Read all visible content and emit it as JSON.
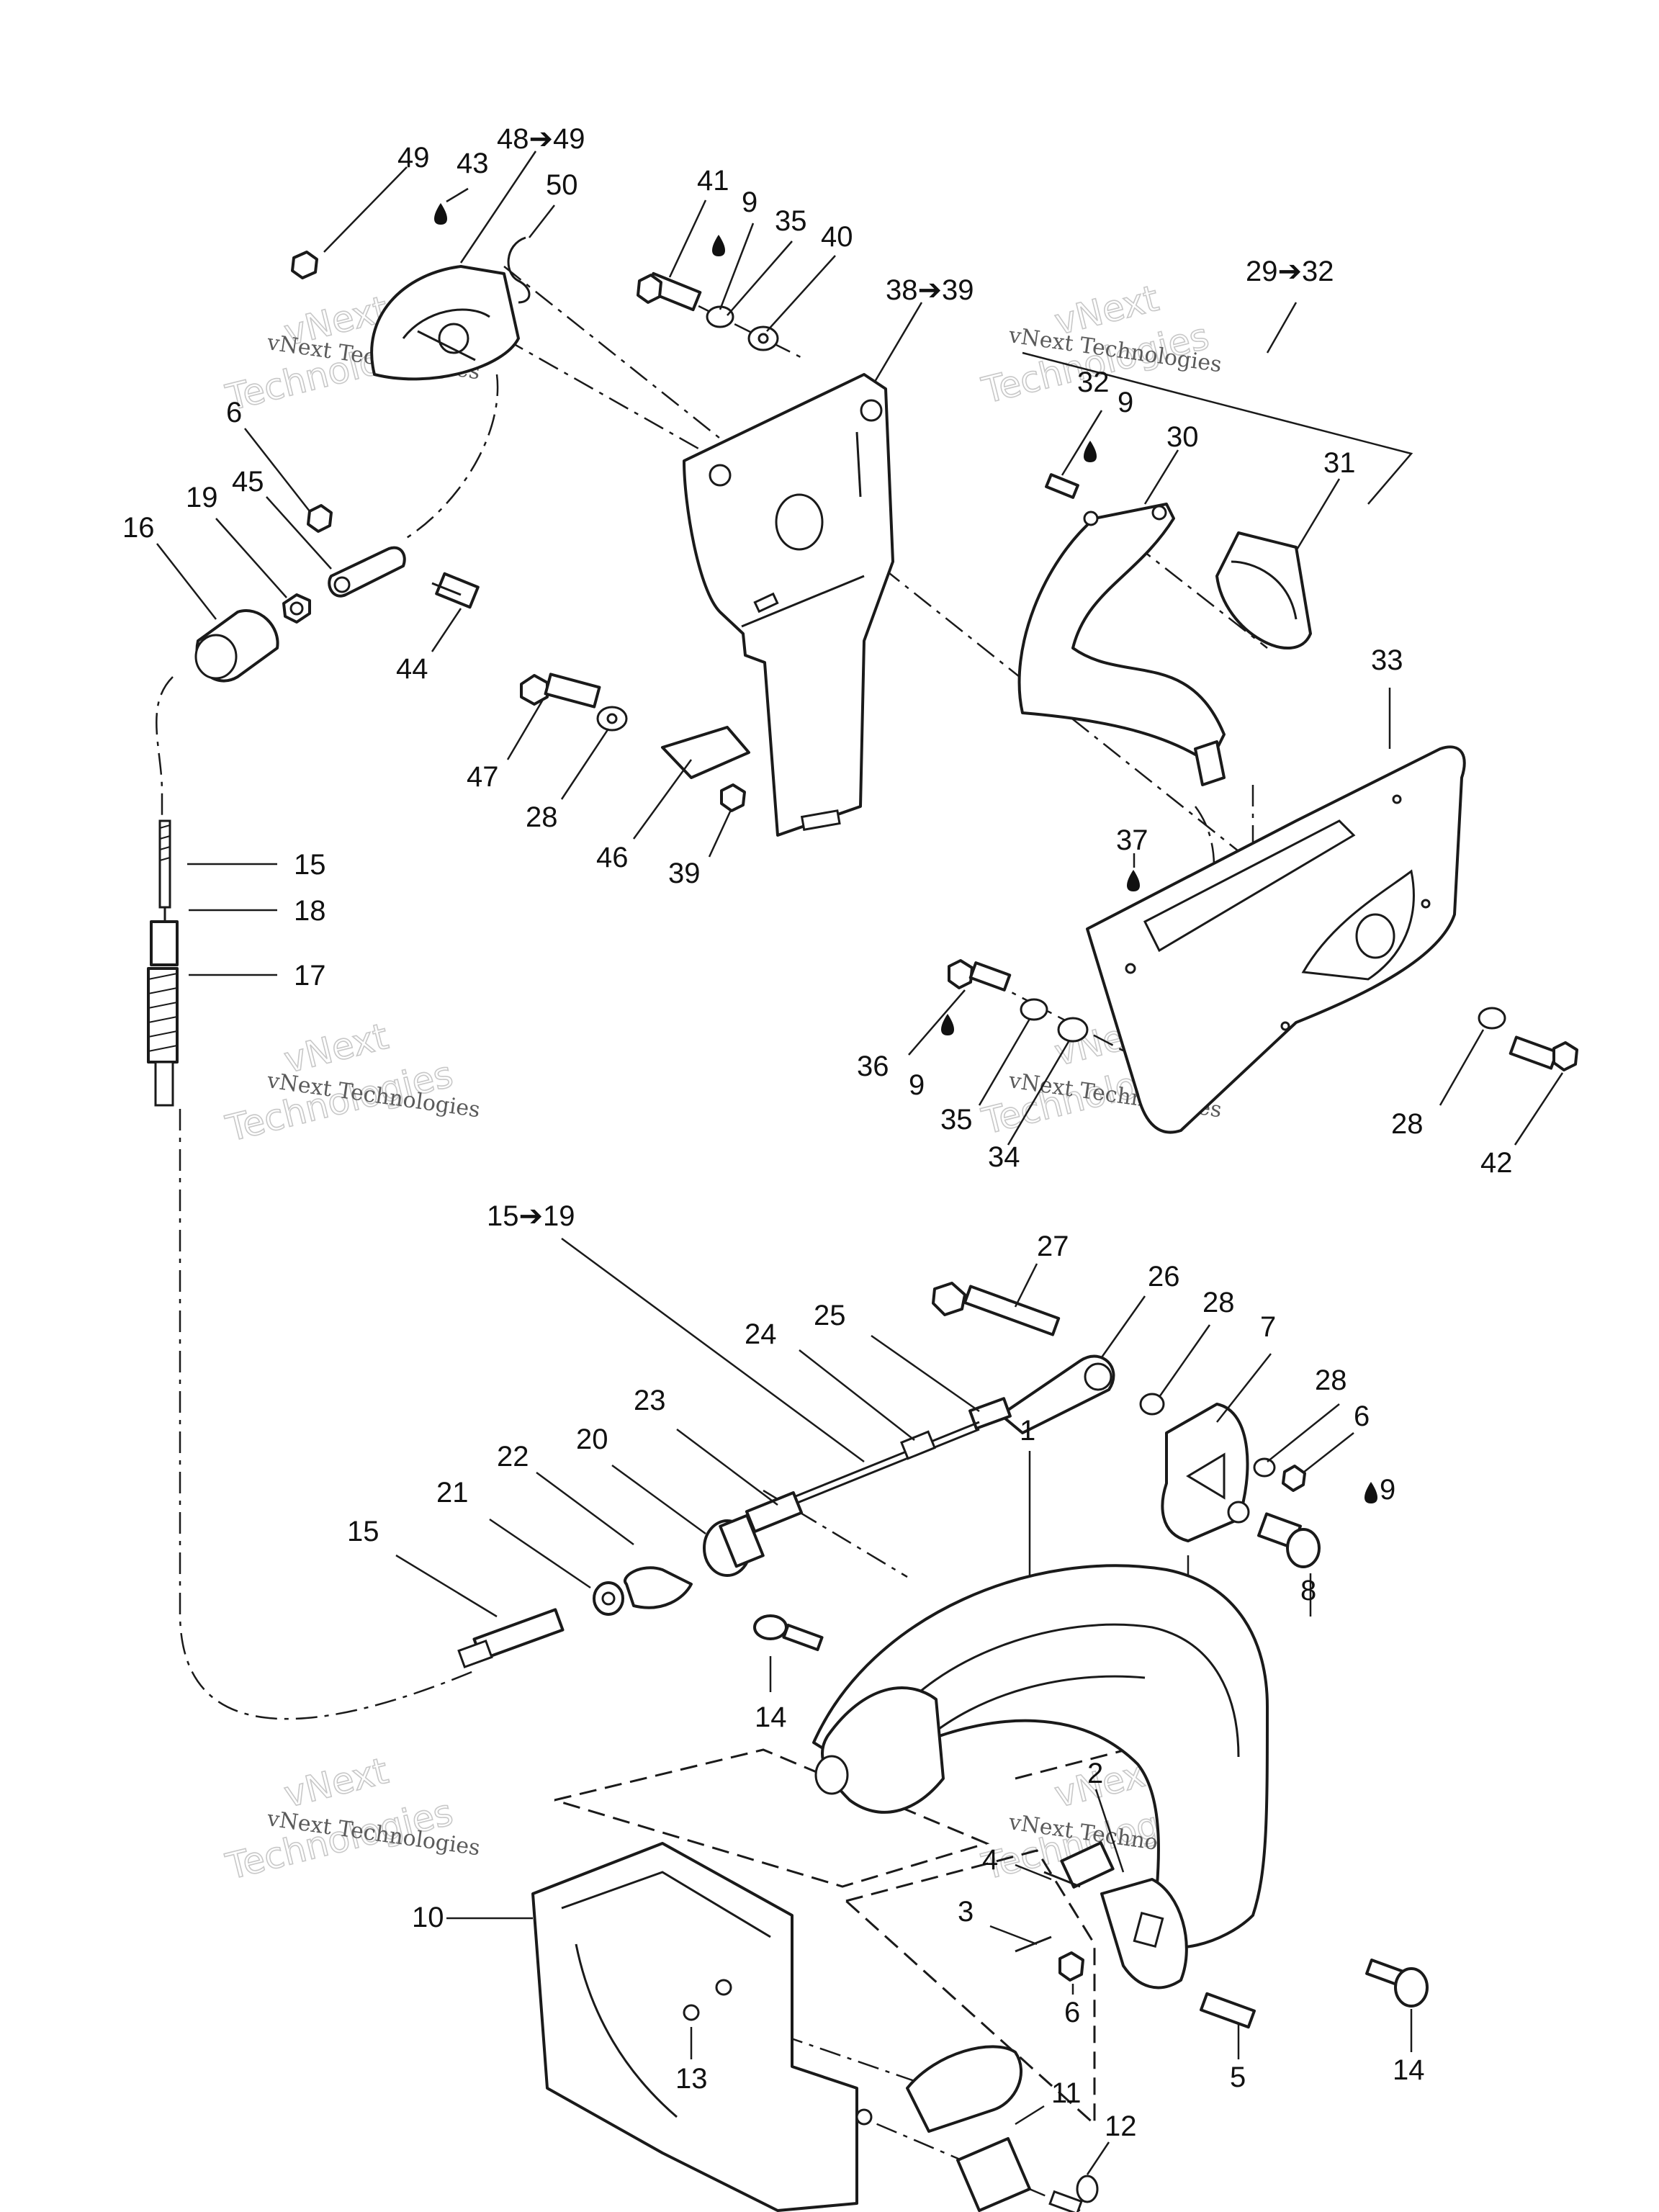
{
  "watermark": {
    "line1": "vNext",
    "line2": "Technologies",
    "small": "vNext Technologies"
  },
  "callouts": {
    "c1": "1",
    "c2": "2",
    "c3": "3",
    "c4": "4",
    "c5": "5",
    "c6a": "6",
    "c6b": "6",
    "c6c": "6",
    "c7": "7",
    "c8": "8",
    "c9a": "9",
    "c9b": "9",
    "c9c": "9",
    "c9d": "9",
    "c10": "10",
    "c11": "11",
    "c12": "12",
    "c13": "13",
    "c14a": "14",
    "c14b": "14",
    "c15a": "15",
    "c15b": "15",
    "c15to19": "15➔19",
    "c16": "16",
    "c17": "17",
    "c18": "18",
    "c19": "19",
    "c20": "20",
    "c21": "21",
    "c22": "22",
    "c23": "23",
    "c24": "24",
    "c25": "25",
    "c26": "26",
    "c27": "27",
    "c28a": "28",
    "c28b": "28",
    "c28c": "28",
    "c28d": "28",
    "c29to32": "29➔32",
    "c30": "30",
    "c31": "31",
    "c32": "32",
    "c33": "33",
    "c34": "34",
    "c35a": "35",
    "c35b": "35",
    "c36": "36",
    "c37": "37",
    "c38to39": "38➔39",
    "c39": "39",
    "c40": "40",
    "c41": "41",
    "c42": "42",
    "c43": "43",
    "c44": "44",
    "c45": "45",
    "c46": "46",
    "c47": "47",
    "c48to49": "48➔49",
    "c49": "49",
    "c50": "50"
  }
}
